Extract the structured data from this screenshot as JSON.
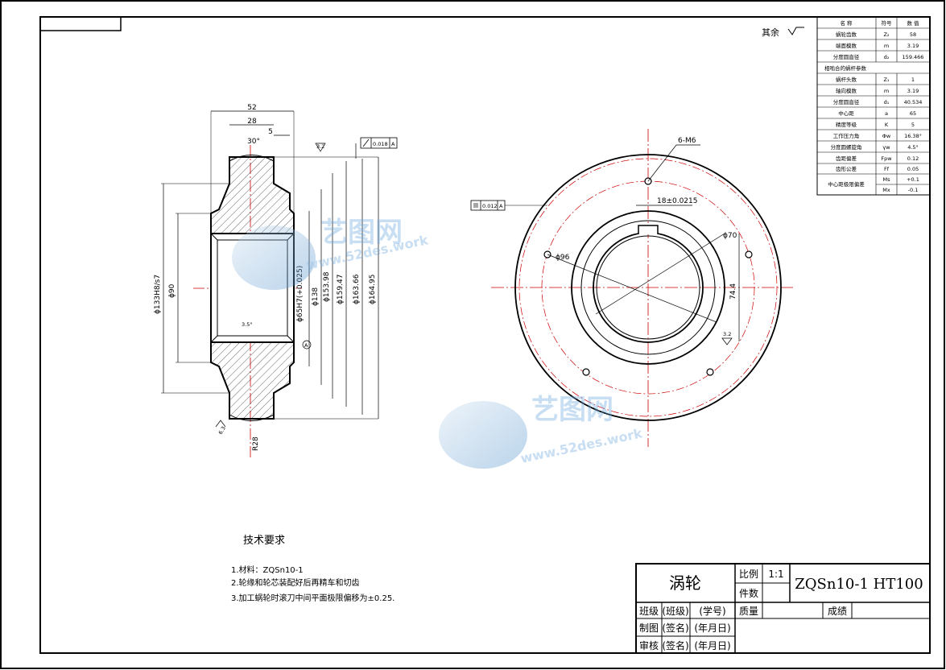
{
  "surface_finish_note": "其余",
  "params_table": {
    "header": [
      "名 称",
      "符号",
      "数 值"
    ],
    "rows": [
      [
        "蜗轮齿数",
        "Z₂",
        "58"
      ],
      [
        "端面模数",
        "m",
        "3.19"
      ],
      [
        "分度圆直径",
        "d₂",
        "159.466"
      ]
    ],
    "section_title": "相啮合的蜗杆参数",
    "rows2": [
      [
        "蜗杆头数",
        "Z₁",
        "1"
      ],
      [
        "轴向模数",
        "m",
        "3.19"
      ],
      [
        "分度圆直径",
        "d₁",
        "40.534"
      ],
      [
        "中心距",
        "a",
        "65"
      ],
      [
        "精度等级",
        "K",
        "5"
      ],
      [
        "工作压力角",
        "Φw",
        "16.38°"
      ],
      [
        "分度圆螺旋角",
        "γw",
        "4.5°"
      ],
      [
        "齿距偏差",
        "Fpw",
        "0.12"
      ],
      [
        "齿形公差",
        "Ff",
        "0.05"
      ],
      [
        "中心距极限偏差",
        "Ms",
        "+0.1"
      ],
      [
        "",
        "Mx",
        "-0.1"
      ]
    ]
  },
  "section_view": {
    "dims": {
      "d52": "52",
      "d28": "28",
      "d5": "5",
      "angle30": "30°",
      "tol_runout": "0.018",
      "datum_a": "A",
      "d133": "ϕ133H8/s7",
      "d90": "ϕ90",
      "d65": "ϕ65H7(+0.025)",
      "d138": "ϕ138",
      "d153": "ϕ153.98",
      "d159": "ϕ159.47",
      "d163": "ϕ163.66",
      "d164": "ϕ164.95",
      "r28": "R28",
      "ra1": "3.2",
      "ra2": "6.3",
      "taper": "3.5°"
    }
  },
  "front_view": {
    "dims": {
      "holes": "6-M6",
      "keyw": "18±0.0215",
      "d96": "ϕ96",
      "d70": "ϕ70",
      "key_depth": "74.4",
      "sym_tol": "0.012",
      "datum": "A",
      "ra": "3.2"
    }
  },
  "watermark": {
    "brand": "艺图网",
    "url": "www.52des.work"
  },
  "tech_requirements": {
    "title": "技术要求",
    "items": [
      "1.材料：ZQSn10-1",
      "2.轮缘和轮芯装配好后再精车和切齿",
      "3.加工蜗轮时滚刀中间平面极限偏移为±0.25."
    ]
  },
  "title_block": {
    "part_name": "涡轮",
    "scale_label": "比例",
    "scale_value": "1:1",
    "qty_label": "件数",
    "material": "ZQSn10-1 HT100",
    "class_label": "班级",
    "class_value": "(班级)",
    "student_id": "(学号)",
    "mass_label": "质量",
    "grade_label": "成绩",
    "drawn_label": "制图",
    "sign1": "(签名)",
    "date1": "(年月日)",
    "check_label": "审核",
    "sign2": "(签名)",
    "date2": "(年月日)"
  }
}
